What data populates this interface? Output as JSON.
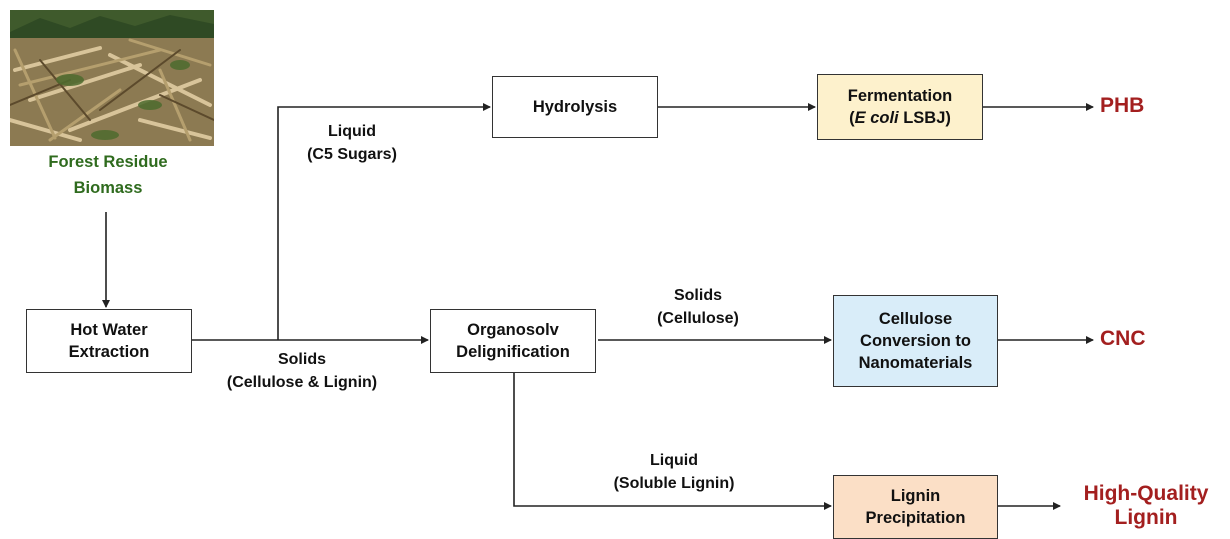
{
  "feedstock": {
    "line1": "Forest Residue",
    "line2": "Biomass"
  },
  "boxes": {
    "hot_water": [
      "Hot Water",
      "Extraction"
    ],
    "organosolv": [
      "Organosolv",
      "Delignification"
    ],
    "hydrolysis": [
      "Hydrolysis"
    ],
    "fermentation": {
      "line1": "Fermentation",
      "paren_open": "(",
      "italic": "E coli",
      "rest": " LSBJ)"
    },
    "cellulose_conversion": [
      "Cellulose",
      "Conversion to",
      "Nanomaterials"
    ],
    "lignin_precip": [
      "Lignin",
      "Precipitation"
    ]
  },
  "flow_labels": {
    "liquid_c5": [
      "Liquid",
      "(C5 Sugars)"
    ],
    "solids_cl": [
      "Solids",
      "(Cellulose & Lignin)"
    ],
    "solids_cellulose": [
      "Solids",
      "(Cellulose)"
    ],
    "liquid_lignin": [
      "Liquid",
      "(Soluble Lignin)"
    ]
  },
  "products": {
    "phb": "PHB",
    "cnc": "CNC",
    "lignin": [
      "High-Quality",
      "Lignin"
    ]
  },
  "colors": {
    "product_text": "#a31f1f",
    "feed_text": "#2f6b1e",
    "sugar_box": "#fdf1cc",
    "cellulose_box": "#d9edf9",
    "lignin_box": "#fbdfc6"
  }
}
